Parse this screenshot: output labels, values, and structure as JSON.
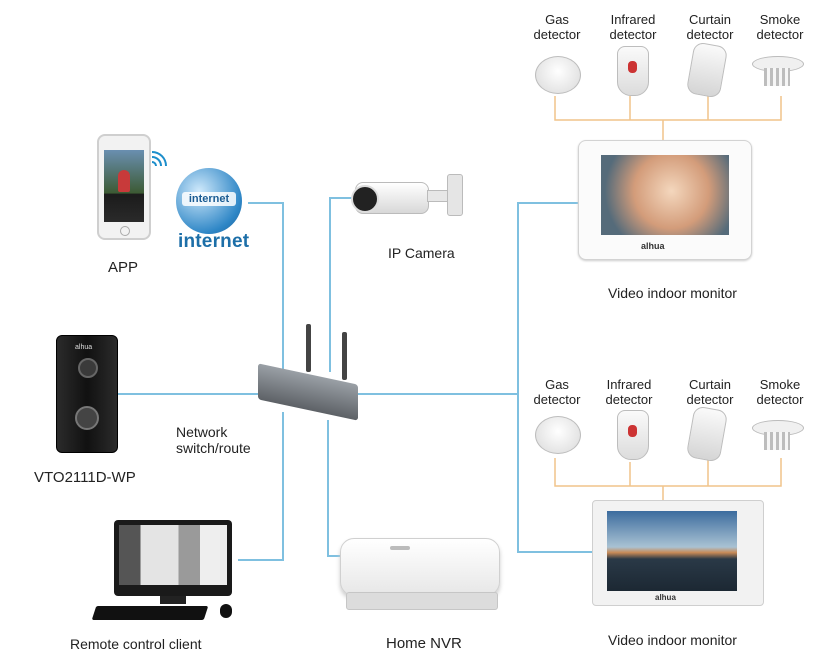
{
  "labels": {
    "app": "APP",
    "internet_logo": "internet",
    "internet_globe": "internet",
    "ip_camera": "IP Camera",
    "network_switch_line1": "Network",
    "network_switch_line2": "switch/route",
    "door_station": "VTO2111D-WP",
    "remote_client": "Remote control client",
    "home_nvr": "Home NVR",
    "monitor_top": "Video indoor monitor",
    "monitor_bottom": "Video indoor monitor",
    "brand": "alhua"
  },
  "detectors_top": [
    {
      "line1": "Gas",
      "line2": "detector"
    },
    {
      "line1": "Infrared",
      "line2": "detector"
    },
    {
      "line1": "Curtain",
      "line2": "detector"
    },
    {
      "line1": "Smoke",
      "line2": "detector"
    }
  ],
  "detectors_bottom": [
    {
      "line1": "Gas",
      "line2": "detector"
    },
    {
      "line1": "Infrared",
      "line2": "detector"
    },
    {
      "line1": "Curtain",
      "line2": "detector"
    },
    {
      "line1": "Smoke",
      "line2": "detector"
    }
  ],
  "colors": {
    "network_line": "#7fc0e0",
    "alarm_line": "#f1c48a",
    "internet_blue": "#1d6fa8"
  }
}
